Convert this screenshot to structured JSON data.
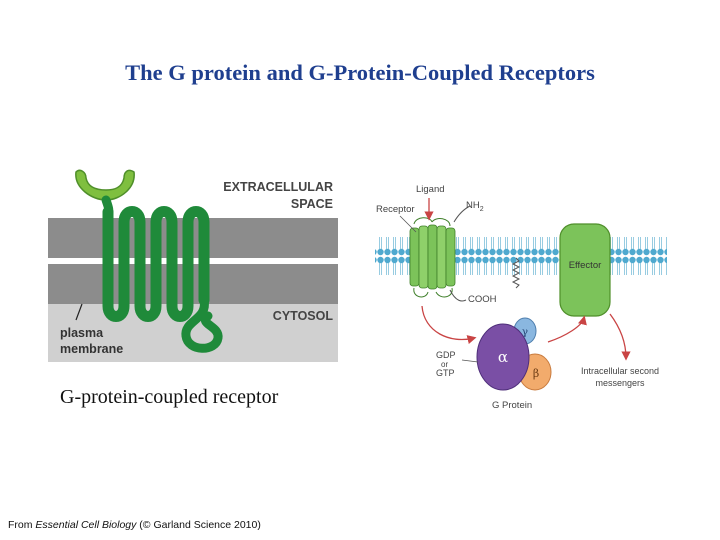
{
  "title": "The G protein and G-Protein-Coupled Receptors",
  "figure1": {
    "extracellular_line1": "EXTRACELLULAR",
    "extracellular_line2": "SPACE",
    "cytosol": "CYTOSOL",
    "plasma_line1": "plasma",
    "plasma_line2": "membrane"
  },
  "caption": "G-protein-coupled receptor",
  "figure2": {
    "ligand": "Ligand",
    "receptor": "Receptor",
    "nh2": "NH",
    "nh2_sub": "2",
    "cooh": "COOH",
    "effector": "Effector",
    "gamma": "γ",
    "alpha": "α",
    "beta": "β",
    "gdp": "GDP",
    "or": "or",
    "gtp": "GTP",
    "g_protein": "G Protein",
    "messengers_line1": "Intracellular second",
    "messengers_line2": "messengers"
  },
  "credit": {
    "prefix": "From ",
    "book": "Essential Cell Biology",
    "suffix": " (© Garland Science 2010)"
  },
  "colors": {
    "title": "#1f3f8f",
    "receptor_green": "#1f8a3a",
    "ligand_green": "#7fbf3f",
    "membrane_grey": "#8a8a8a",
    "cytosol_bg": "#cfcfcf",
    "bilayer_blue": "#4fa9cf",
    "effector_green": "#7cc35a",
    "alpha_purple": "#7a4fa5",
    "beta_orange": "#f2ab6c",
    "gamma_blue": "#8ab7e0",
    "arrow_red": "#c94444"
  }
}
